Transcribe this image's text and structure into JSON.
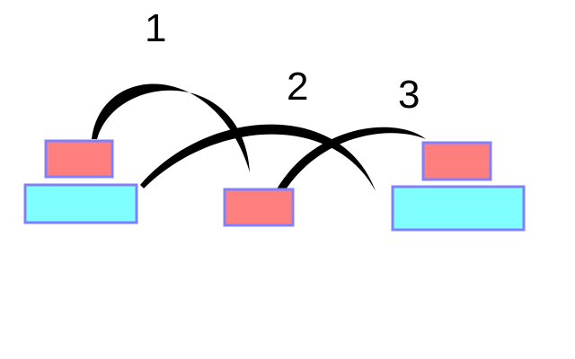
{
  "colors": {
    "small_block_fill": "#ff7f7f",
    "large_block_fill": "#7fffff",
    "block_border": "#8080ff",
    "arc_color": "#000000",
    "background": "#ffffff"
  },
  "labels": {
    "step_1": "1",
    "step_2": "2",
    "step_3": "3"
  }
}
